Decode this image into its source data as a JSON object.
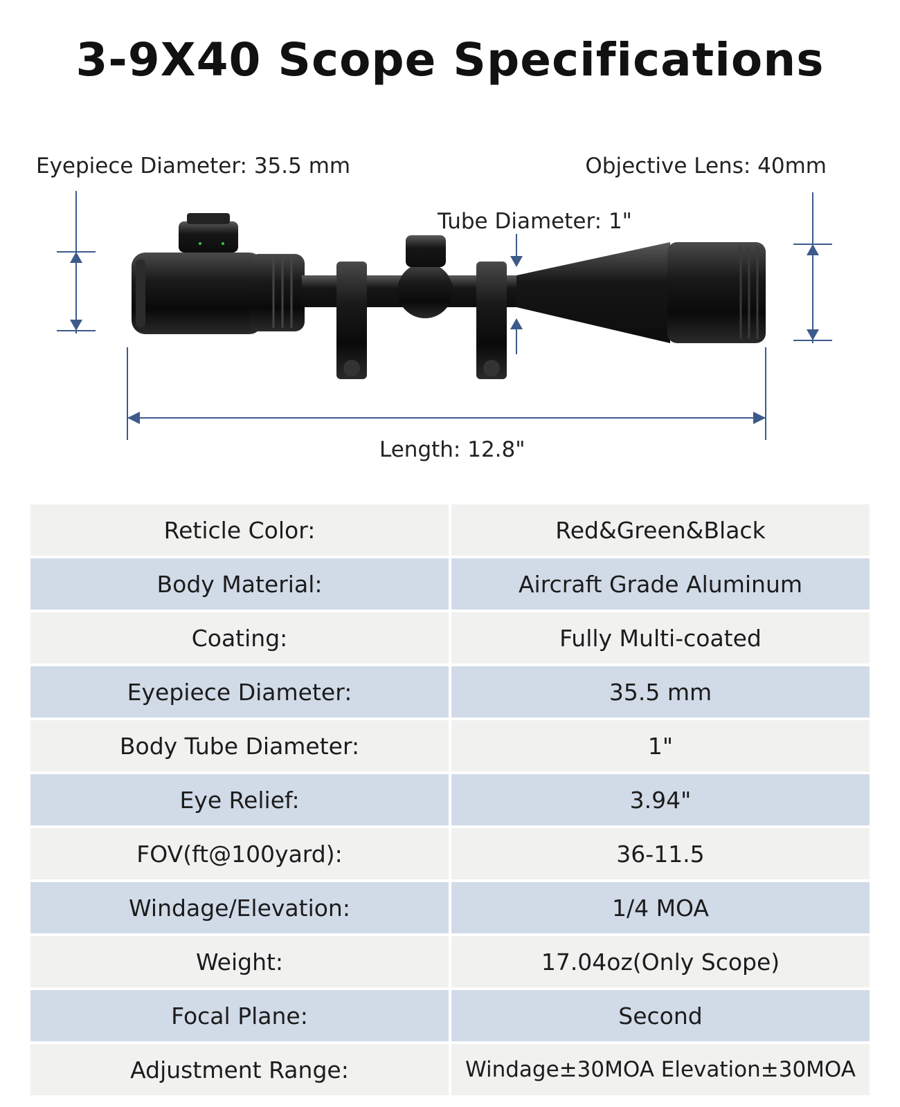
{
  "title": "3-9X40 Scope Specifications",
  "dimensions": {
    "eyepiece": "Eyepiece Diameter: 35.5 mm",
    "objective": "Objective Lens: 40mm",
    "tube": "Tube Diameter: 1\"",
    "length": "Length: 12.8\""
  },
  "colors": {
    "dimension_line": "#3c5a8a",
    "row_light": "#f1f1f0",
    "row_blue": "#d1dbe8"
  },
  "specs": [
    {
      "label": "Reticle Color:",
      "value": "Red&Green&Black"
    },
    {
      "label": "Body Material:",
      "value": "Aircraft Grade Aluminum"
    },
    {
      "label": "Coating:",
      "value": "Fully Multi-coated"
    },
    {
      "label": "Eyepiece Diameter:",
      "value": "35.5 mm"
    },
    {
      "label": "Body Tube Diameter:",
      "value": "1\""
    },
    {
      "label": "Eye Relief:",
      "value": "3.94\""
    },
    {
      "label": "FOV(ft@100yard):",
      "value": "36-11.5"
    },
    {
      "label": "Windage/Elevation:",
      "value": "1/4 MOA"
    },
    {
      "label": "Weight:",
      "value": "17.04oz(Only Scope)"
    },
    {
      "label": "Focal Plane:",
      "value": "Second"
    },
    {
      "label": "Adjustment Range:",
      "value": "Windage±30MOA Elevation±30MOA"
    }
  ]
}
